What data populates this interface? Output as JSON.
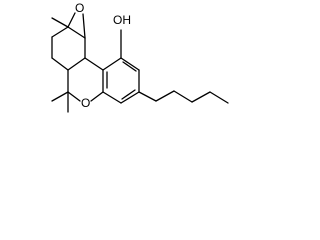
{
  "molecule": {
    "atom_labels": {
      "hydroxyl": "OH",
      "ring_oxygen": "O",
      "epoxide_oxygen": "O"
    }
  },
  "colors": {
    "bond": "#000000",
    "background": "#ffffff"
  }
}
